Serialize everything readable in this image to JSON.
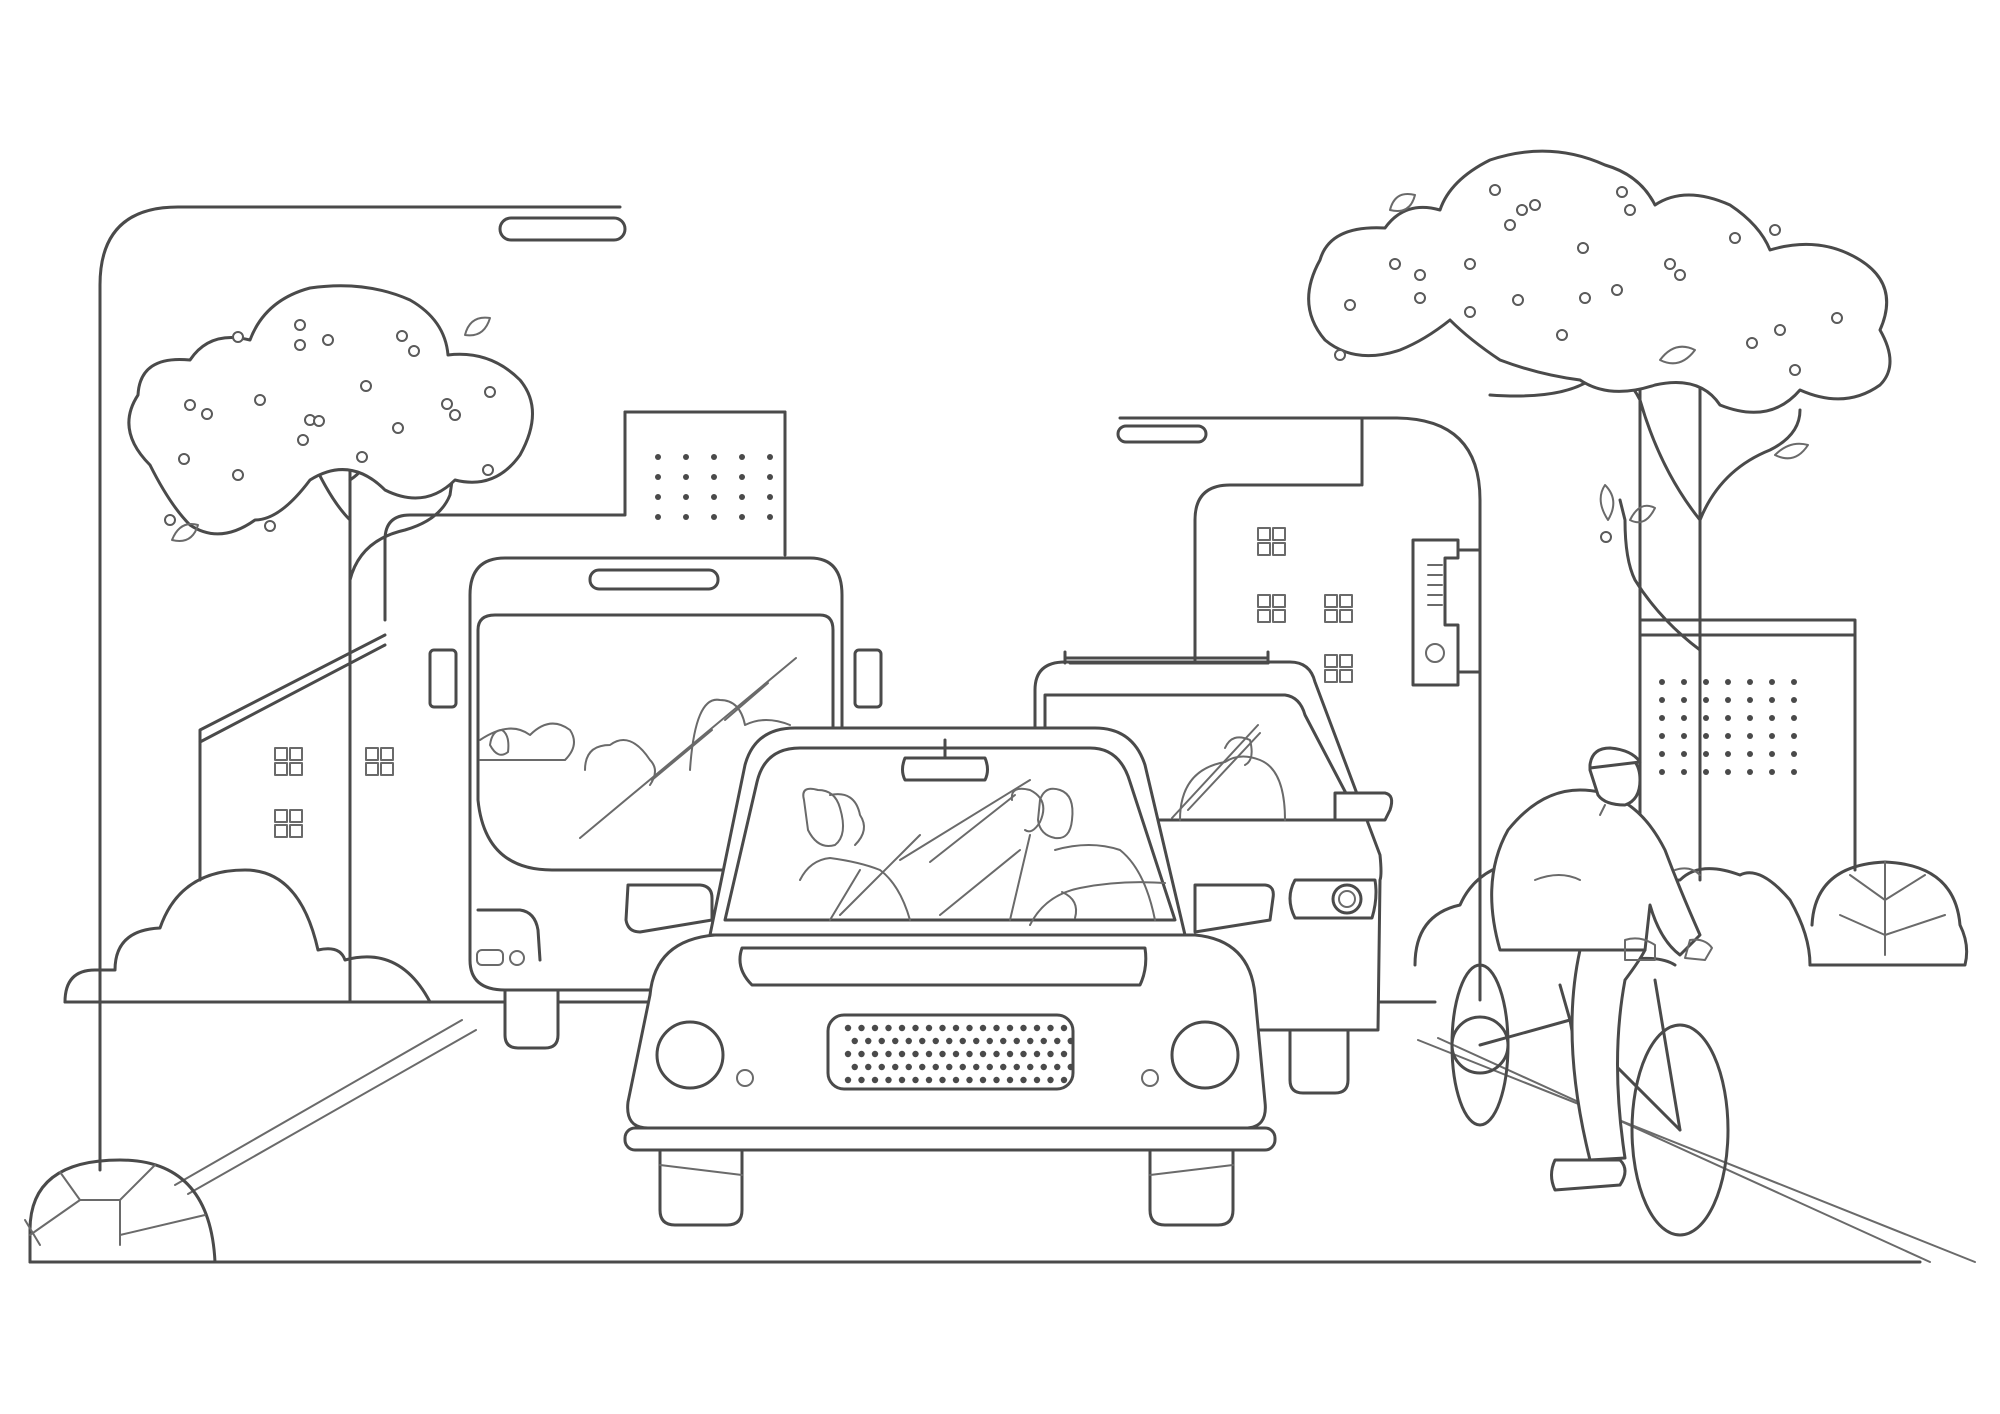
{
  "scene": {
    "background_color": "#ffffff",
    "line_color": "#4a4a4a",
    "elements": [
      "street-lamp-left",
      "street-lamp-right",
      "tree-left",
      "tree-right",
      "bus",
      "sedan",
      "hatchback-car",
      "cyclist",
      "buildings",
      "bushes",
      "road"
    ]
  }
}
